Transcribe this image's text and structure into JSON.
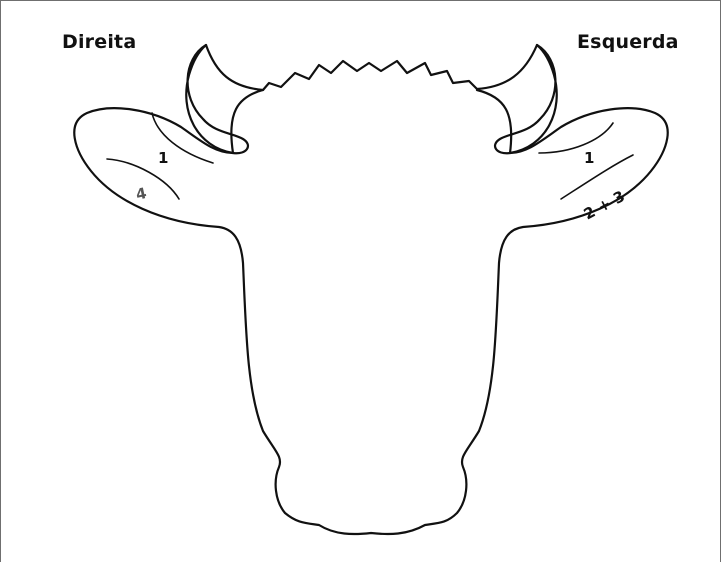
{
  "labels": {
    "right_side": "Direita",
    "left_side": "Esquerda"
  },
  "ear_marks": {
    "right_ear": {
      "top": "1",
      "bottom": "4"
    },
    "left_ear": {
      "top": "1",
      "bottom": "2 + 3"
    }
  },
  "colors": {
    "outline": "#111111",
    "background": "#ffffff",
    "faded_number": "#555555"
  }
}
